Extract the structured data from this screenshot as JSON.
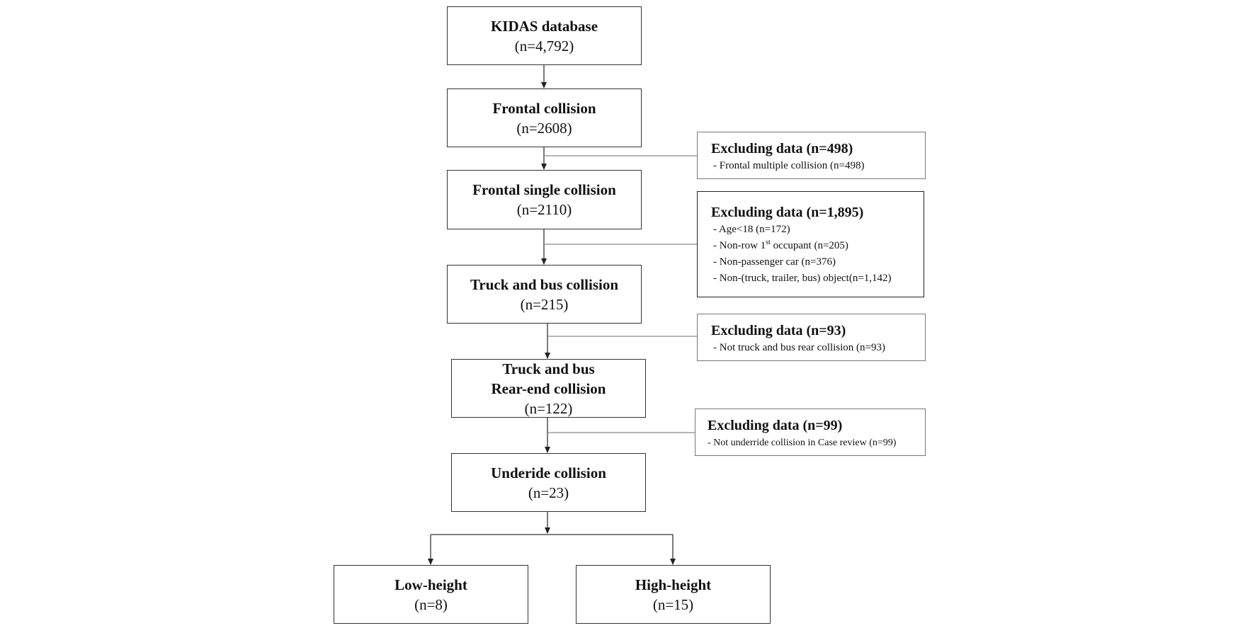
{
  "boxes": {
    "kidas": {
      "title": "KIDAS database",
      "count": "(n=4,792)"
    },
    "frontal": {
      "title": "Frontal collision",
      "count": "(n=2608)"
    },
    "frontal_single": {
      "title": "Frontal single collision",
      "count": "(n=2110)"
    },
    "truck_bus": {
      "title": "Truck and bus collision",
      "count": "(n=215)"
    },
    "rear_end": {
      "title_line1": "Truck and bus",
      "title_line2": "Rear-end collision",
      "count": "(n=122)"
    },
    "underide": {
      "title": "Underide collision",
      "count": "(n=23)"
    },
    "low_height": {
      "title": "Low-height",
      "count": "(n=8)"
    },
    "high_height": {
      "title": "High-height",
      "count": "(n=15)"
    }
  },
  "exclusions": [
    {
      "title": "Excluding data (n=498)",
      "items": [
        "- Frontal multiple collision (n=498)"
      ]
    },
    {
      "title": "Excluding data (n=1,895)",
      "items": [
        "- Age<18 (n=172)",
        "- Non-row 1",
        "st",
        " occupant (n=205)",
        "- Non-passenger car (n=376)",
        "- Non-(truck, trailer, bus) object(n=1,142)"
      ]
    },
    {
      "title": "Excluding data (n=93)",
      "items": [
        "- Not truck and bus rear collision (n=93)"
      ]
    },
    {
      "title": "Excluding data (n=99)",
      "items": [
        "- Not underride collision in Case review (n=99)"
      ]
    }
  ]
}
